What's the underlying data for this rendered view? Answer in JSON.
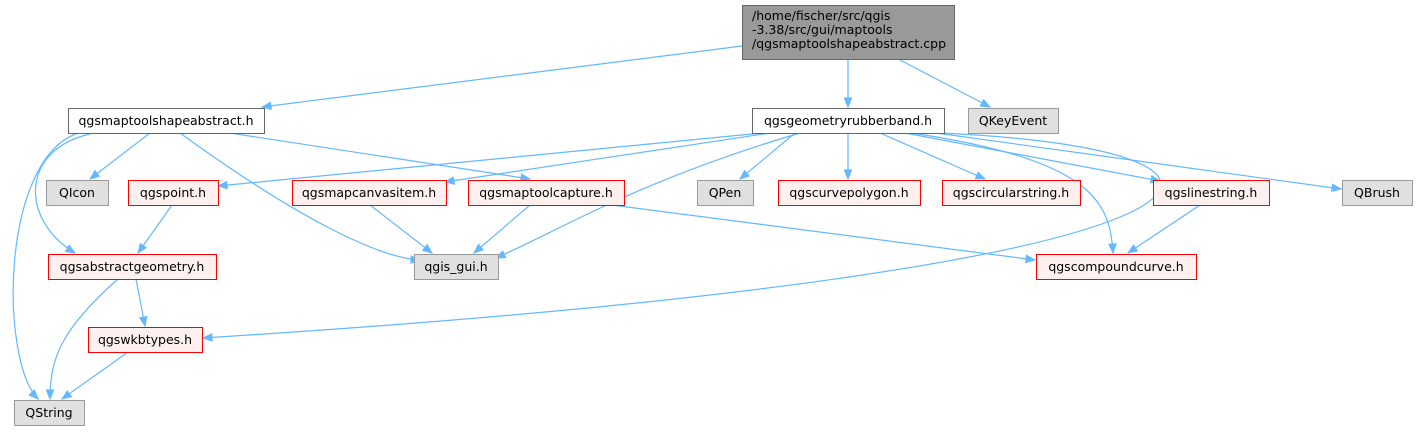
{
  "colors": {
    "root_fill": "#999999",
    "root_stroke": "#666666",
    "doc_fill": "#ffffff",
    "doc_stroke": "#666666",
    "undoc_fill": "#fff0f0",
    "undoc_stroke": "#ff0000",
    "ext_fill": "#e0e0e0",
    "ext_stroke": "#999999",
    "edge": "#63b8ff"
  },
  "nodes": {
    "root": {
      "kind": "root",
      "lines": [
        "/home/fischer/src/qgis",
        "-3.38/src/gui/maptools",
        "/qgsmaptoolshapeabstract.cpp"
      ]
    },
    "qgsmaptoolshapeabstract_h": {
      "kind": "doc",
      "lines": [
        "qgsmaptoolshapeabstract.h"
      ]
    },
    "qgsgeometryrubberband_h": {
      "kind": "doc",
      "lines": [
        "qgsgeometryrubberband.h"
      ]
    },
    "QKeyEvent": {
      "kind": "ext",
      "lines": [
        "QKeyEvent"
      ]
    },
    "QIcon": {
      "kind": "ext",
      "lines": [
        "QIcon"
      ]
    },
    "qgspoint_h": {
      "kind": "undoc",
      "lines": [
        "qgspoint.h"
      ]
    },
    "qgsmapcanvasitem_h": {
      "kind": "undoc",
      "lines": [
        "qgsmapcanvasitem.h"
      ]
    },
    "qgsmaptoolcapture_h": {
      "kind": "undoc",
      "lines": [
        "qgsmaptoolcapture.h"
      ]
    },
    "QPen": {
      "kind": "ext",
      "lines": [
        "QPen"
      ]
    },
    "qgscurvepolygon_h": {
      "kind": "undoc",
      "lines": [
        "qgscurvepolygon.h"
      ]
    },
    "qgscircularstring_h": {
      "kind": "undoc",
      "lines": [
        "qgscircularstring.h"
      ]
    },
    "qgslinestring_h": {
      "kind": "undoc",
      "lines": [
        "qgslinestring.h"
      ]
    },
    "QBrush": {
      "kind": "ext",
      "lines": [
        "QBrush"
      ]
    },
    "qgsabstractgeometry_h": {
      "kind": "undoc",
      "lines": [
        "qgsabstractgeometry.h"
      ]
    },
    "qgis_gui_h": {
      "kind": "ext",
      "lines": [
        "qgis_gui.h"
      ]
    },
    "qgscompoundcurve_h": {
      "kind": "undoc",
      "lines": [
        "qgscompoundcurve.h"
      ]
    },
    "qgswkbtypes_h": {
      "kind": "undoc",
      "lines": [
        "qgswkbtypes.h"
      ]
    },
    "QString": {
      "kind": "ext",
      "lines": [
        "QString"
      ]
    }
  },
  "edges": [
    [
      "root",
      "qgsmaptoolshapeabstract_h"
    ],
    [
      "root",
      "qgsgeometryrubberband_h"
    ],
    [
      "root",
      "QKeyEvent"
    ],
    [
      "qgsmaptoolshapeabstract_h",
      "QIcon"
    ],
    [
      "qgsmaptoolshapeabstract_h",
      "qgsabstractgeometry_h"
    ],
    [
      "qgsmaptoolshapeabstract_h",
      "QString"
    ],
    [
      "qgsmaptoolshapeabstract_h",
      "qgis_gui_h"
    ],
    [
      "qgsmaptoolshapeabstract_h",
      "qgsmaptoolcapture_h"
    ],
    [
      "qgsgeometryrubberband_h",
      "qgspoint_h"
    ],
    [
      "qgsgeometryrubberband_h",
      "qgsmapcanvasitem_h"
    ],
    [
      "qgsgeometryrubberband_h",
      "qgis_gui_h"
    ],
    [
      "qgsgeometryrubberband_h",
      "QPen"
    ],
    [
      "qgsgeometryrubberband_h",
      "qgscurvepolygon_h"
    ],
    [
      "qgsgeometryrubberband_h",
      "qgscircularstring_h"
    ],
    [
      "qgsgeometryrubberband_h",
      "qgslinestring_h"
    ],
    [
      "qgsgeometryrubberband_h",
      "qgscompoundcurve_h"
    ],
    [
      "qgsgeometryrubberband_h",
      "QBrush"
    ],
    [
      "qgsgeometryrubberband_h",
      "qgswkbtypes_h"
    ],
    [
      "qgspoint_h",
      "qgsabstractgeometry_h"
    ],
    [
      "qgsmapcanvasitem_h",
      "qgis_gui_h"
    ],
    [
      "qgsmaptoolcapture_h",
      "qgis_gui_h"
    ],
    [
      "qgsmaptoolcapture_h",
      "qgscompoundcurve_h"
    ],
    [
      "qgslinestring_h",
      "qgscompoundcurve_h"
    ],
    [
      "qgsabstractgeometry_h",
      "qgswkbtypes_h"
    ],
    [
      "qgsabstractgeometry_h",
      "QString"
    ],
    [
      "qgswkbtypes_h",
      "QString"
    ]
  ]
}
